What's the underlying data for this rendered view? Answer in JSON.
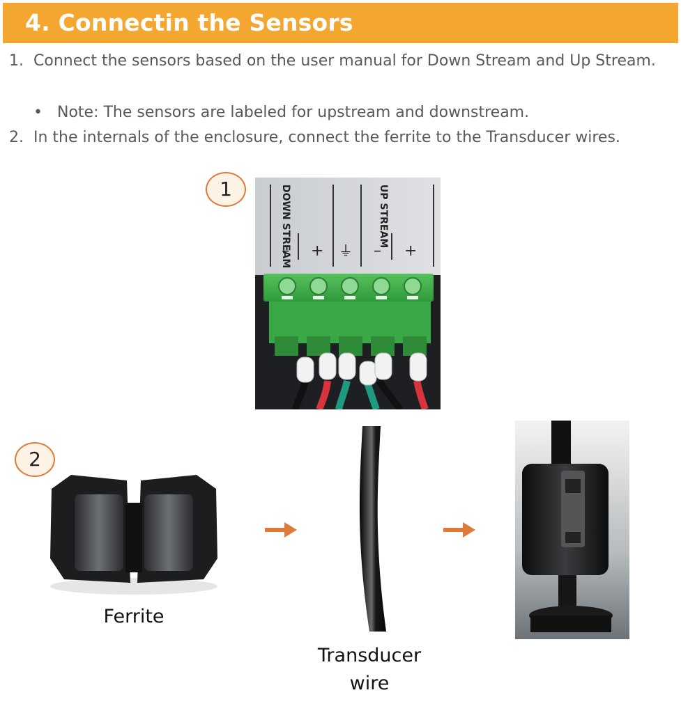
{
  "header": {
    "title": "4. Connectin the Sensors"
  },
  "steps": [
    {
      "num": "1.",
      "text": "Connect the sensors based on the user manual for Down Stream and Up Stream."
    },
    {
      "num": "2.",
      "text": "In the internals of the enclosure, connect the ferrite to the Transducer wires."
    }
  ],
  "note": {
    "bullet": "•",
    "text": "Note: The sensors are labeled for upstream and downstream."
  },
  "badges": {
    "one": "1",
    "two": "2"
  },
  "terminal": {
    "down_label": "DOWN STREAM",
    "up_label": "UP STREAM",
    "signs": [
      "–",
      "+",
      "⏚",
      "–",
      "+"
    ]
  },
  "captions": {
    "ferrite": "Ferrite",
    "wire_line1": "Transducer",
    "wire_line2": "wire"
  },
  "colors": {
    "header": "#f3a630",
    "arrow": "#e07a3b",
    "connector": "#3fae4a"
  }
}
